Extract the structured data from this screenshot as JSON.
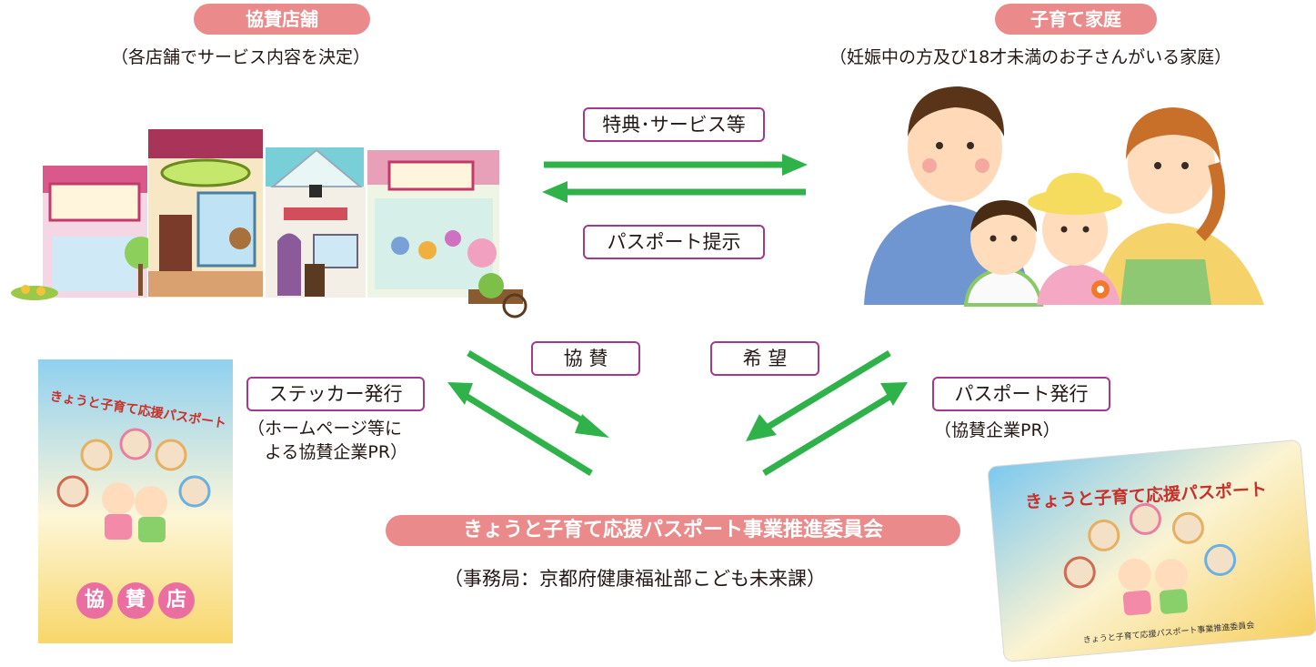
{
  "stores": {
    "title": "協賛店舗",
    "subtitle": "（各店舗でサービス内容を決定）"
  },
  "families": {
    "title": "子育て家庭",
    "subtitle": "（妊娠中の方及び18才未満のお子さんがいる家庭）"
  },
  "exchange": {
    "benefit_label": "特典･サービス等",
    "passport_show_label": "パスポート提示"
  },
  "left_flow": {
    "sponsor_label": "協 賛",
    "sticker_label": "ステッカー発行",
    "sticker_note": "（ホームページ等に\n　よる協賛企業PR）"
  },
  "right_flow": {
    "request_label": "希 望",
    "passport_label": "パスポート発行",
    "passport_note": "（協賛企業PR）"
  },
  "committee": {
    "title": "きょうと子育て応援パスポート事業推進委員会",
    "subtitle": "（事務局：京都府健康福祉部こども未来課）"
  },
  "sticker_card": {
    "heading": "きょうと子育て応援パスポート",
    "badge_chars": [
      "協",
      "賛",
      "店"
    ]
  },
  "passport_card": {
    "heading": "きょうと子育て応援パスポート",
    "footer": "きょうと子育て応援パスポート事業推進委員会"
  },
  "colors": {
    "arrow": "#2fb24a",
    "pill": "#ea8a8a",
    "box_border": "#a3398e"
  }
}
